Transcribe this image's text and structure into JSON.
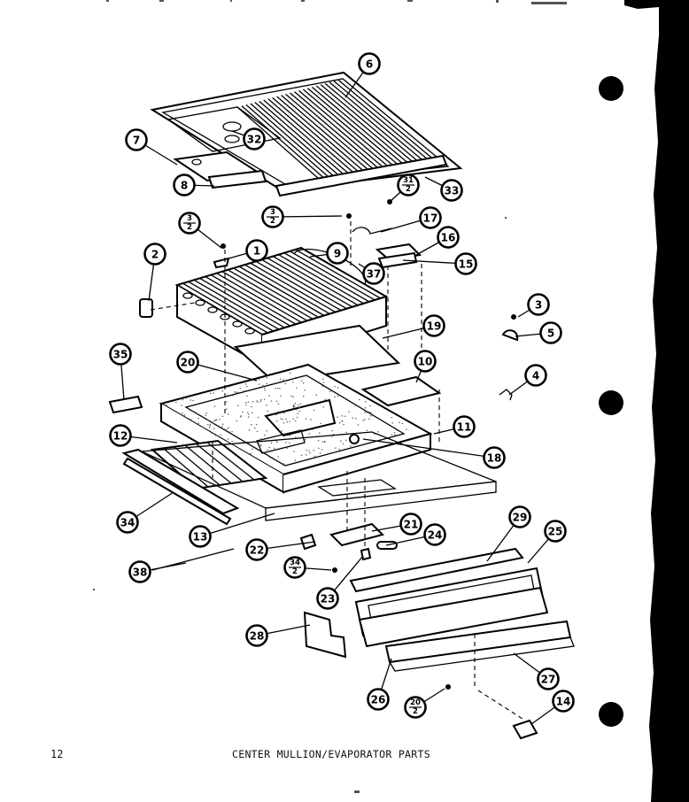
{
  "page": {
    "number": "12",
    "caption": "CENTER MULLION/EVAPORATOR PARTS"
  },
  "callouts": [
    "6",
    "7",
    "32",
    "8",
    "33",
    "31/2",
    "3/2",
    "17",
    "16",
    "15",
    "37",
    "9",
    "1",
    "2",
    "3",
    "5",
    "3/2",
    "19",
    "4",
    "35",
    "20",
    "10",
    "11",
    "12",
    "18",
    "34",
    "13",
    "21",
    "24",
    "29",
    "25",
    "22",
    "38",
    "34/2",
    "23",
    "28",
    "26",
    "27",
    "20/2",
    "14"
  ]
}
